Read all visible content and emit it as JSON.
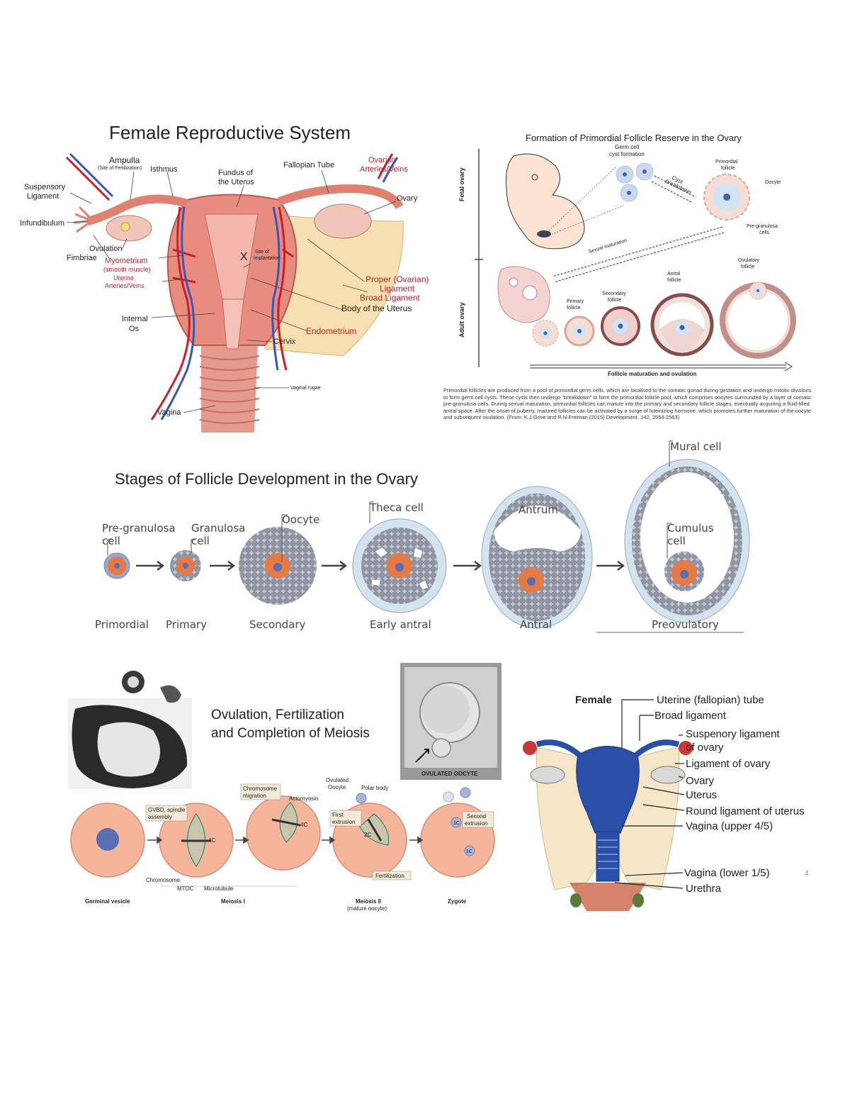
{
  "panel1": {
    "title": "Female Reproductive System",
    "labels": {
      "ampulla": "Ampulla",
      "ampulla_sub": "(Site of Fertilization)",
      "isthmus": "Isthmus",
      "fundus": "Fundus of",
      "fundus2": "the Uterus",
      "fallopian": "Fallopian Tube",
      "ovarian": "Ovarian",
      "ovarian2": "Arteries/Veins",
      "suspensory": "Suspensory",
      "suspensory2": "Ligament",
      "ovary": "Ovary",
      "infundibulum": "Infundibulum",
      "ovulation": "Ovulation",
      "fimbriae": "Fimbriae",
      "myometrium": "Myometrium",
      "myometrium2": "(smooth muscle)",
      "uterine": "Uterine",
      "uterine2": "Arteries/Veins",
      "implantation": "Site of",
      "implantation2": "implantation",
      "proper": "Proper (Ovarian)",
      "proper2": "Ligament",
      "broad": "Broad Ligament",
      "body": "Body of the Uterus",
      "internal": "Internal",
      "os": "Os",
      "endometrium": "Endometrium",
      "cervix": "Cervix",
      "rugae": "Vaginal rugae",
      "vagina": "Vagina"
    }
  },
  "panel2": {
    "title": "Formation of Primordial Follicle Reserve  in the Ovary",
    "labels": {
      "germcell": "Germ cell",
      "cyst": "cyst formation",
      "cystbreak": "Cyst",
      "cystbreak2": "breakdown",
      "primordial": "Primordial",
      "primordial2": "follicle",
      "oocyte": "Oocyte",
      "pregran": "Pre-granulosa",
      "pregran2": "cells",
      "fetal": "Fetal ovary",
      "adult": "Adult ovary",
      "sexual": "Sexual maturation",
      "ovulatory": "Ovulatory",
      "ovulatory2": "follicle",
      "antral": "Antral",
      "antral2": "follicle",
      "secondary": "Secondary",
      "secondary2": "follicle",
      "primary": "Primary",
      "primary2": "follicle",
      "axis": "Follicle maturation and ovulation"
    },
    "caption": "Primordial follicles are produced from a pool of primordial germ cells, which are localised to the somatic gonad during gestation and undergo mitotic divisions to form germ cell cysts. These cysts then undergo “breakdown” to form the primordial follicle pool, which comprises oocytes surrounded by a layer of somatic pre-granulosa cells. During sexual maturation, primordial follicles can mature into the primary and secondary follicle stages, eventually acquiring a fluid-filled antral space. After the onset of puberty, matured follicles can be activated by a surge of luteinizing hormone, which promotes further maturation of the oocyte and subsequent ovulation. (From: K.J.Grive and R.N.Freiman (2015) Development, 142, 2554-2563)"
  },
  "panel3": {
    "title": "Stages of Follicle Development in the Ovary",
    "callouts": {
      "pregranulosa": "Pre-granulosa",
      "pregranulosa2": "cell",
      "granulosa": "Granulosa",
      "granulosa2": "cell",
      "oocyte": "Oocyte",
      "theca": "Theca cell",
      "antrum": "Antrum",
      "mural": "Mural cell",
      "cumulus": "Cumulus",
      "cumulus2": "cell"
    },
    "stages": [
      "Primordial",
      "Primary",
      "Secondary",
      "Early antral",
      "Antral",
      "Preovulatory"
    ]
  },
  "panel4": {
    "title": "Ovulation, Fertilization",
    "title2": "and Completion of  Meiosis",
    "photo_caption": "OVULATED OOCYTE",
    "labels": {
      "gvbd": "GVBD, spindle",
      "gvbd2": "assembly",
      "chrom_mig": "Chromosome",
      "chrom_mig2": "migration",
      "actomyosin": "Actomyosin",
      "ovulated": "Ovulated",
      "ovulated2": "Oocyte",
      "polar": "Polar body",
      "first": "First",
      "first2": "extrusion",
      "second": "Second",
      "second2": "extrusion",
      "fertilization": "Fertilization",
      "chromosome": "Chromosome",
      "mtoc": "MTOC",
      "microtubule": "Microtubule",
      "gv": "Germinal vesicle",
      "meiosis1": "Meiosis I",
      "meiosis2": "Meiosis II",
      "meiosis2b": "(mature oocyte)",
      "zygote": "Zygote",
      "c4": "4C",
      "c4b": "4C",
      "c2": "2C",
      "c1a": "1C",
      "c1b": "1C"
    }
  },
  "panel5": {
    "female": "Female",
    "labels": [
      "Uterine (fallopian) tube",
      "Broad ligament",
      "Suspenory ligament",
      "of ovary",
      "Ligament of ovary",
      "Ovary",
      "Uterus",
      "Round ligament of uterus",
      "Vagina (upper 4/5)",
      "Vagina (lower 1/5)",
      "Urethra"
    ],
    "page_mark": "4"
  },
  "colors": {
    "uterus_pink": "#e88c80",
    "vessel_red": "#c8202a",
    "vessel_blue": "#3a55b5",
    "oocyte_orange": "#e57a45",
    "nucleus_blue": "#5a6fb4",
    "granulosa_grey": "#9aa0aa",
    "theca_blue": "#d4e4ee",
    "uterus_blue": "#2a4fa8"
  }
}
